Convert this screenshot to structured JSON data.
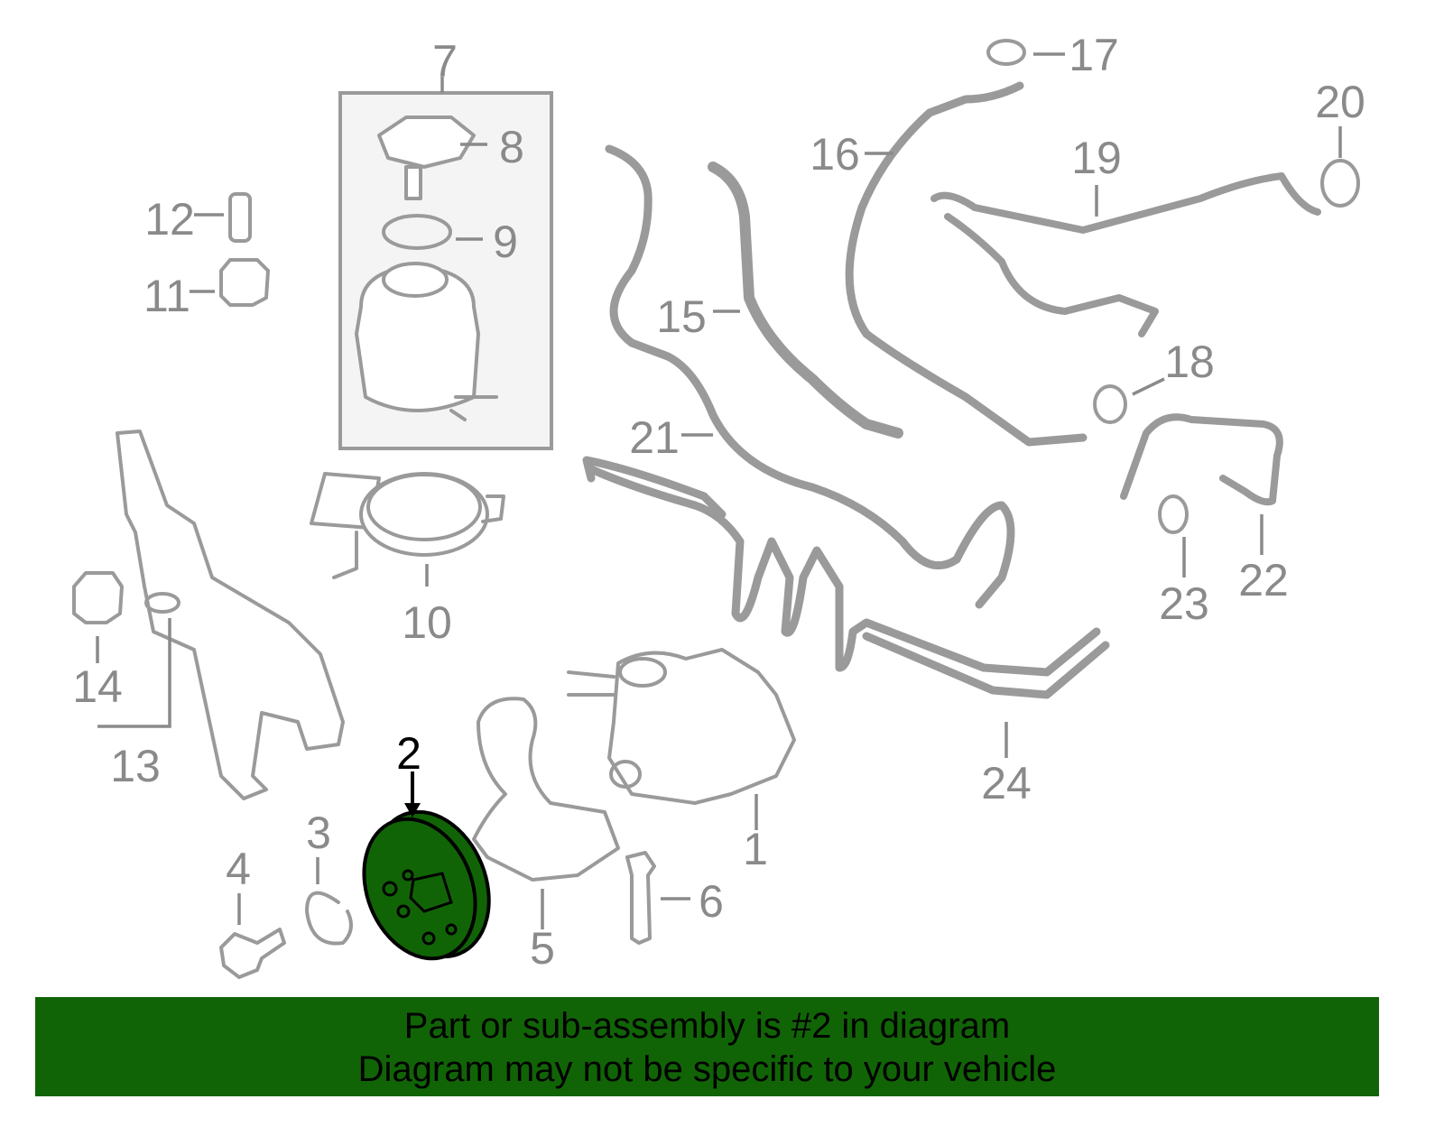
{
  "diagram": {
    "highlighted_part": "2",
    "highlight_color": "#116406",
    "part_labels": {
      "p1": "1",
      "p2": "2",
      "p3": "3",
      "p4": "4",
      "p5": "5",
      "p6": "6",
      "p7": "7",
      "p8": "8",
      "p9": "9",
      "p10": "10",
      "p11": "11",
      "p12": "12",
      "p13": "13",
      "p14": "14",
      "p15": "15",
      "p16": "16",
      "p17": "17",
      "p18": "18",
      "p19": "19",
      "p20": "20",
      "p21": "21",
      "p22": "22",
      "p23": "23",
      "p24": "24"
    }
  },
  "banner": {
    "line1": "Part or sub-assembly is #2 in diagram",
    "line2": "Diagram may not be specific to your vehicle",
    "color": "#116406"
  }
}
